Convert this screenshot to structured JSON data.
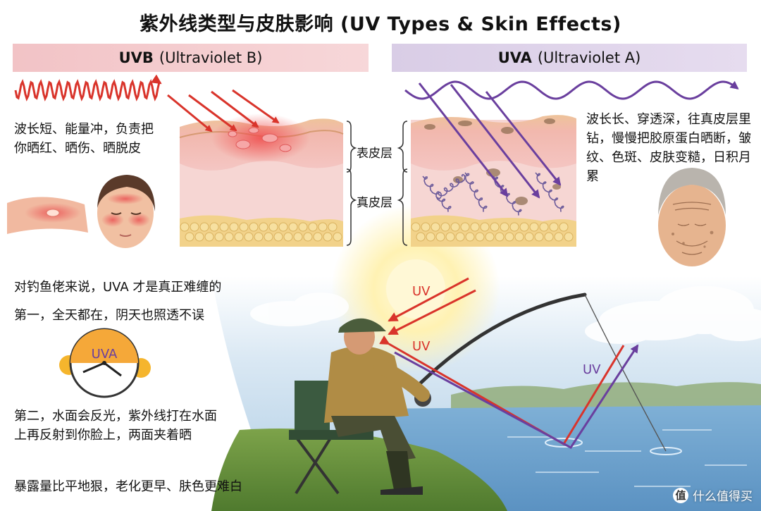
{
  "title": "紫外线类型与皮肤影响 (UV Types & Skin Effects)",
  "uvb": {
    "label_bold": "UVB",
    "label_rest": "(Ultraviolet B)",
    "description": "波长短、能量冲，负责把你晒红、晒伤、晒脱皮",
    "color": "#d9342b"
  },
  "uva": {
    "label_bold": "UVA",
    "label_rest": "(Ultraviolet A)",
    "description": "波长长、穿透深，往真皮层里钻，慢慢把胶原蛋白晒断，皱纹、色斑、皮肤变糙，日积月累",
    "color": "#6a3f9e"
  },
  "skin_layers": {
    "epidermis": "表皮层",
    "dermis": "真皮层"
  },
  "fishing": {
    "intro": "对钓鱼佬来说，UVA 才是真正难缠的",
    "point_1": "第一，全天都在，阴天也照透不误",
    "clock_label": "UVA",
    "point_2": "第二，水面会反光，紫外线打在水面上再反射到你脸上，两面夹着晒",
    "summary": "暴露量比平地狠，老化更早、肤色更难白",
    "ray_labels": [
      "UV",
      "UV",
      "UV"
    ]
  },
  "watermark": {
    "logo_char": "值",
    "text": "什么值得买"
  }
}
